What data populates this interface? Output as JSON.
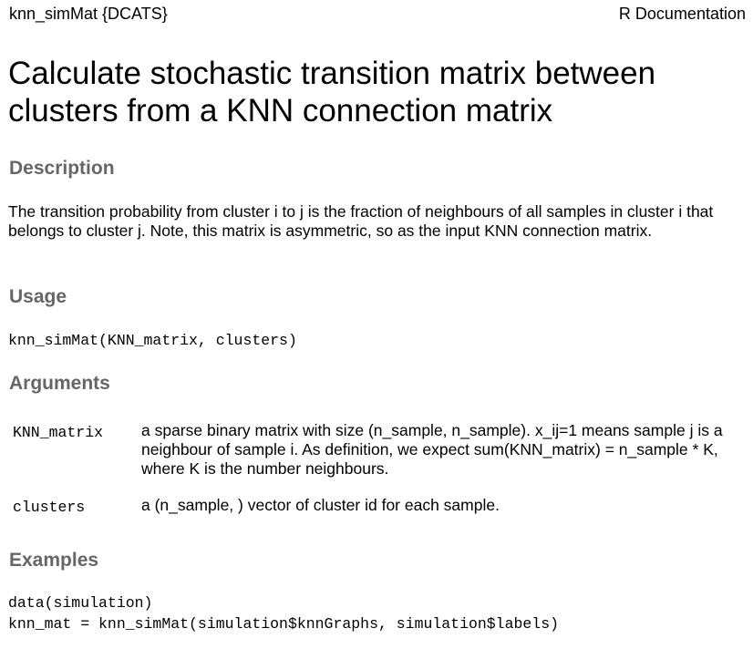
{
  "header": {
    "left": "knn_simMat {DCATS}",
    "right": "R Documentation"
  },
  "title": "Calculate stochastic transition matrix between clusters from a KNN connection matrix",
  "sections": {
    "description": {
      "heading": "Description",
      "text": "The transition probability from cluster i to j is the fraction of neighbours of all samples in cluster i that belongs to cluster j. Note, this matrix is asymmetric, so as the input KNN connection matrix."
    },
    "usage": {
      "heading": "Usage",
      "code": "knn_simMat(KNN_matrix, clusters)"
    },
    "arguments": {
      "heading": "Arguments",
      "items": [
        {
          "name": "KNN_matrix",
          "description": "a sparse binary matrix with size (n_sample, n_sample). x_ij=1 means sample j is a neighbour of sample i. As definition, we expect sum(KNN_matrix) = n_sample * K, where K is the number neighbours."
        },
        {
          "name": "clusters",
          "description": "a (n_sample, ) vector of cluster id for each sample."
        }
      ]
    },
    "examples": {
      "heading": "Examples",
      "lines": [
        "data(simulation)",
        "knn_mat = knn_simMat(simulation$knnGraphs, simulation$labels)"
      ]
    }
  }
}
